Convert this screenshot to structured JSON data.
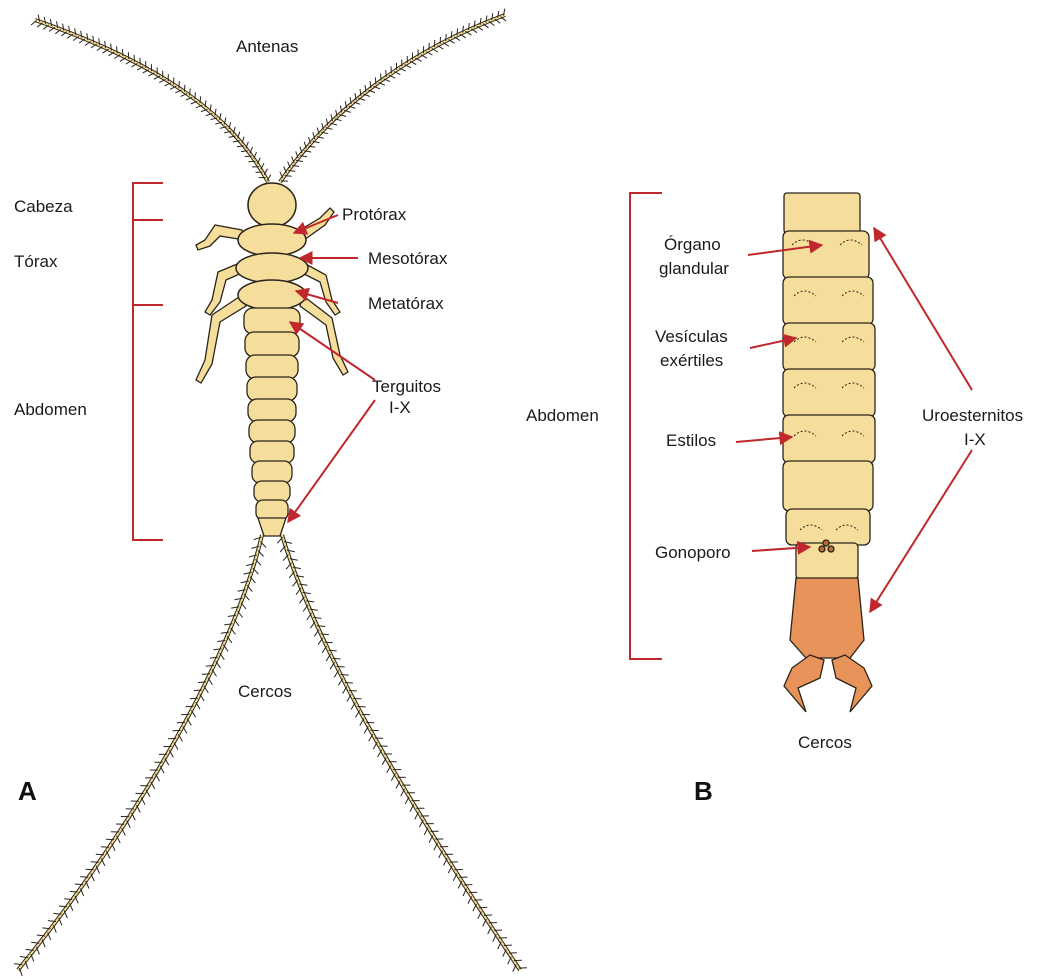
{
  "panel_a": {
    "letter": "A",
    "labels": {
      "antennae": "Antenas",
      "head": "Cabeza",
      "thorax": "Tórax",
      "abdomen": "Abdomen",
      "prothorax": "Protórax",
      "mesothorax": "Mesotórax",
      "metathorax": "Metatórax",
      "tergites_line1": "Terguitos",
      "tergites_line2": "I-X",
      "cerci": "Cercos"
    }
  },
  "panel_b": {
    "letter": "B",
    "labels": {
      "abdomen": "Abdomen",
      "gland_line1": "Órgano",
      "gland_line2": "glandular",
      "vesicles_line1": "Vesículas",
      "vesicles_line2": "exértiles",
      "styles": "Estilos",
      "gonopore": "Gonoporo",
      "sternites_line1": "Uroesternitos",
      "sternites_line2": "I-X",
      "cerci": "Cercos"
    }
  },
  "colors": {
    "body_fill": "#f5dd9c",
    "body_stroke": "#2b2418",
    "bracket": "#c0282d",
    "arrow": "#c0282d",
    "orange_segment": "#e8935a",
    "text": "#1a1a1a"
  }
}
